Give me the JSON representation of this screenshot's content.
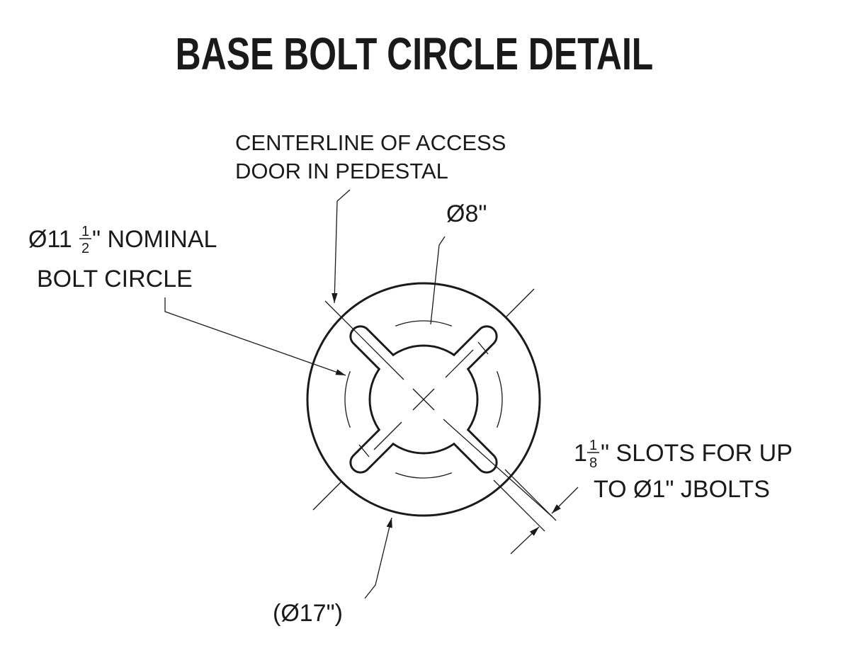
{
  "title": "BASE BOLT CIRCLE DETAIL",
  "labels": {
    "access_line1": "CENTERLINE OF ACCESS",
    "access_line2": "DOOR IN PEDESTAL",
    "inner_dia": "Ø8\"",
    "bolt_circle_prefix": "Ø11",
    "bolt_circle_frac_num": "1",
    "bolt_circle_frac_den": "2",
    "bolt_circle_suffix": "\" NOMINAL",
    "bolt_circle_line2": "BOLT CIRCLE",
    "slot_prefix": "1",
    "slot_frac_num": "1",
    "slot_frac_den": "8",
    "slot_suffix": "\" SLOTS FOR UP",
    "slot_line2": "TO Ø1\" JBOLTS",
    "outer_dia": "(Ø17\")"
  },
  "colors": {
    "ink": "#1a1a1a",
    "background": "#ffffff"
  }
}
